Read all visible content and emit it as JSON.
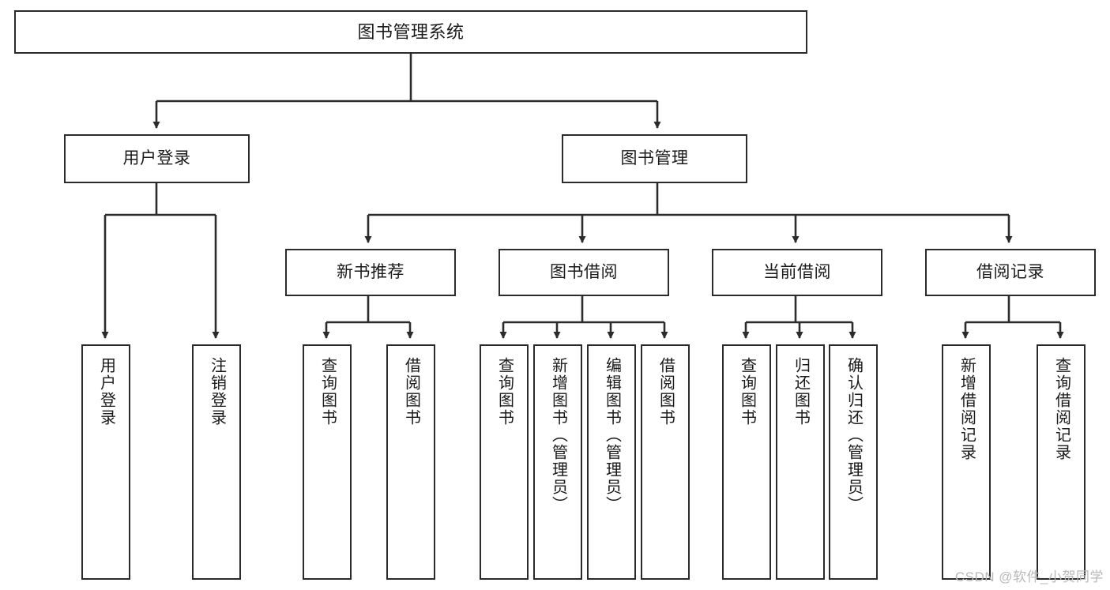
{
  "diagram": {
    "title": "图书管理系统",
    "type": "tree",
    "watermark": "CSDN @软件_小贺同学",
    "colors": {
      "box_border": "#2b2b2b",
      "box_fill": "#ffffff",
      "connector": "#2b2b2b",
      "text": "#1a1a1a",
      "watermark": "#b9b9b9",
      "background": "#ffffff"
    },
    "nodes": {
      "root": {
        "label": "图书管理系统"
      },
      "level2": [
        {
          "id": "user-login",
          "label": "用户登录"
        },
        {
          "id": "book-manage",
          "label": "图书管理"
        }
      ],
      "level3": [
        {
          "id": "new-book-recommend",
          "label": "新书推荐"
        },
        {
          "id": "book-borrow",
          "label": "图书借阅"
        },
        {
          "id": "current-borrow",
          "label": "当前借阅"
        },
        {
          "id": "borrow-record",
          "label": "借阅记录"
        }
      ],
      "leaves": {
        "user_login": [
          {
            "id": "leaf-user-login",
            "label": "用户登录"
          },
          {
            "id": "leaf-logout-login",
            "label": "注销登录"
          }
        ],
        "new_book_recommend": [
          {
            "id": "leaf-query-book-1",
            "label": "查询图书"
          },
          {
            "id": "leaf-borrow-book-1",
            "label": "借阅图书"
          }
        ],
        "book_borrow": [
          {
            "id": "leaf-query-book-2",
            "label": "查询图书"
          },
          {
            "id": "leaf-add-book",
            "label": "新增图书（管理员）"
          },
          {
            "id": "leaf-edit-book",
            "label": "编辑图书（管理员）"
          },
          {
            "id": "leaf-borrow-book-2",
            "label": "借阅图书"
          }
        ],
        "current_borrow": [
          {
            "id": "leaf-query-book-3",
            "label": "查询图书"
          },
          {
            "id": "leaf-return-book",
            "label": "归还图书"
          },
          {
            "id": "leaf-confirm-return",
            "label": "确认归还（管理员）"
          }
        ],
        "borrow_record": [
          {
            "id": "leaf-add-record",
            "label": "新增借阅记录"
          },
          {
            "id": "leaf-query-record",
            "label": "查询借阅记录"
          }
        ]
      }
    }
  }
}
